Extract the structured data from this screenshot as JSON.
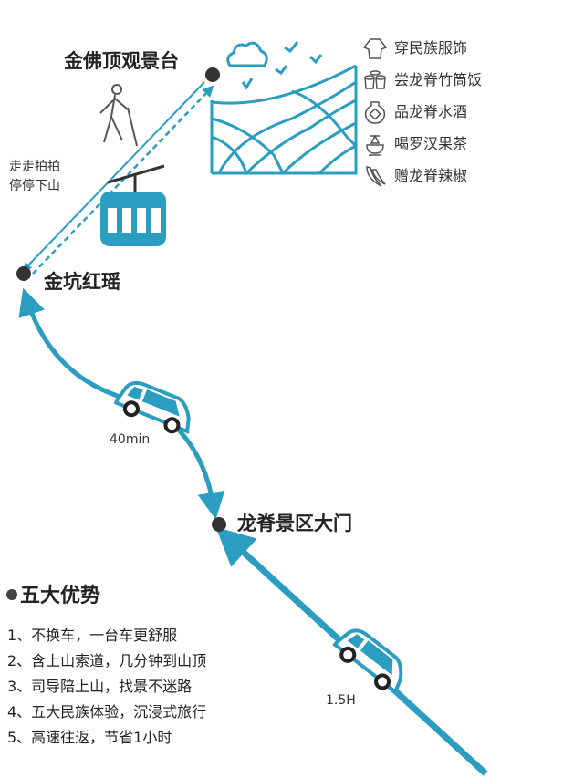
{
  "accent_color": "#2a9dc0",
  "nodes": {
    "summit": "金佛顶观景台",
    "jinkeng": "金坑红瑶",
    "gate": "龙脊景区大门"
  },
  "cable_note": [
    "走走拍拍",
    "停停下山"
  ],
  "durations": {
    "gate_to_jinkeng": "40min",
    "highway": "1.5H"
  },
  "experiences": [
    {
      "icon": "costume-icon",
      "label": "穿民族服饰"
    },
    {
      "icon": "bamboo-rice-icon",
      "label": "尝龙脊竹筒饭"
    },
    {
      "icon": "wine-jar-icon",
      "label": "品龙脊水酒"
    },
    {
      "icon": "tea-cup-icon",
      "label": "喝罗汉果茶"
    },
    {
      "icon": "chili-icon",
      "label": "赠龙脊辣椒"
    }
  ],
  "advantages": {
    "title": "五大优势",
    "items": [
      "1、不换车，一台车更舒服",
      "2、含上山索道，几分钟到山顶",
      "3、司导陪上山，找景不迷路",
      "4、五大民族体验，沉浸式旅行",
      "5、高速往返，节省1小时"
    ]
  }
}
